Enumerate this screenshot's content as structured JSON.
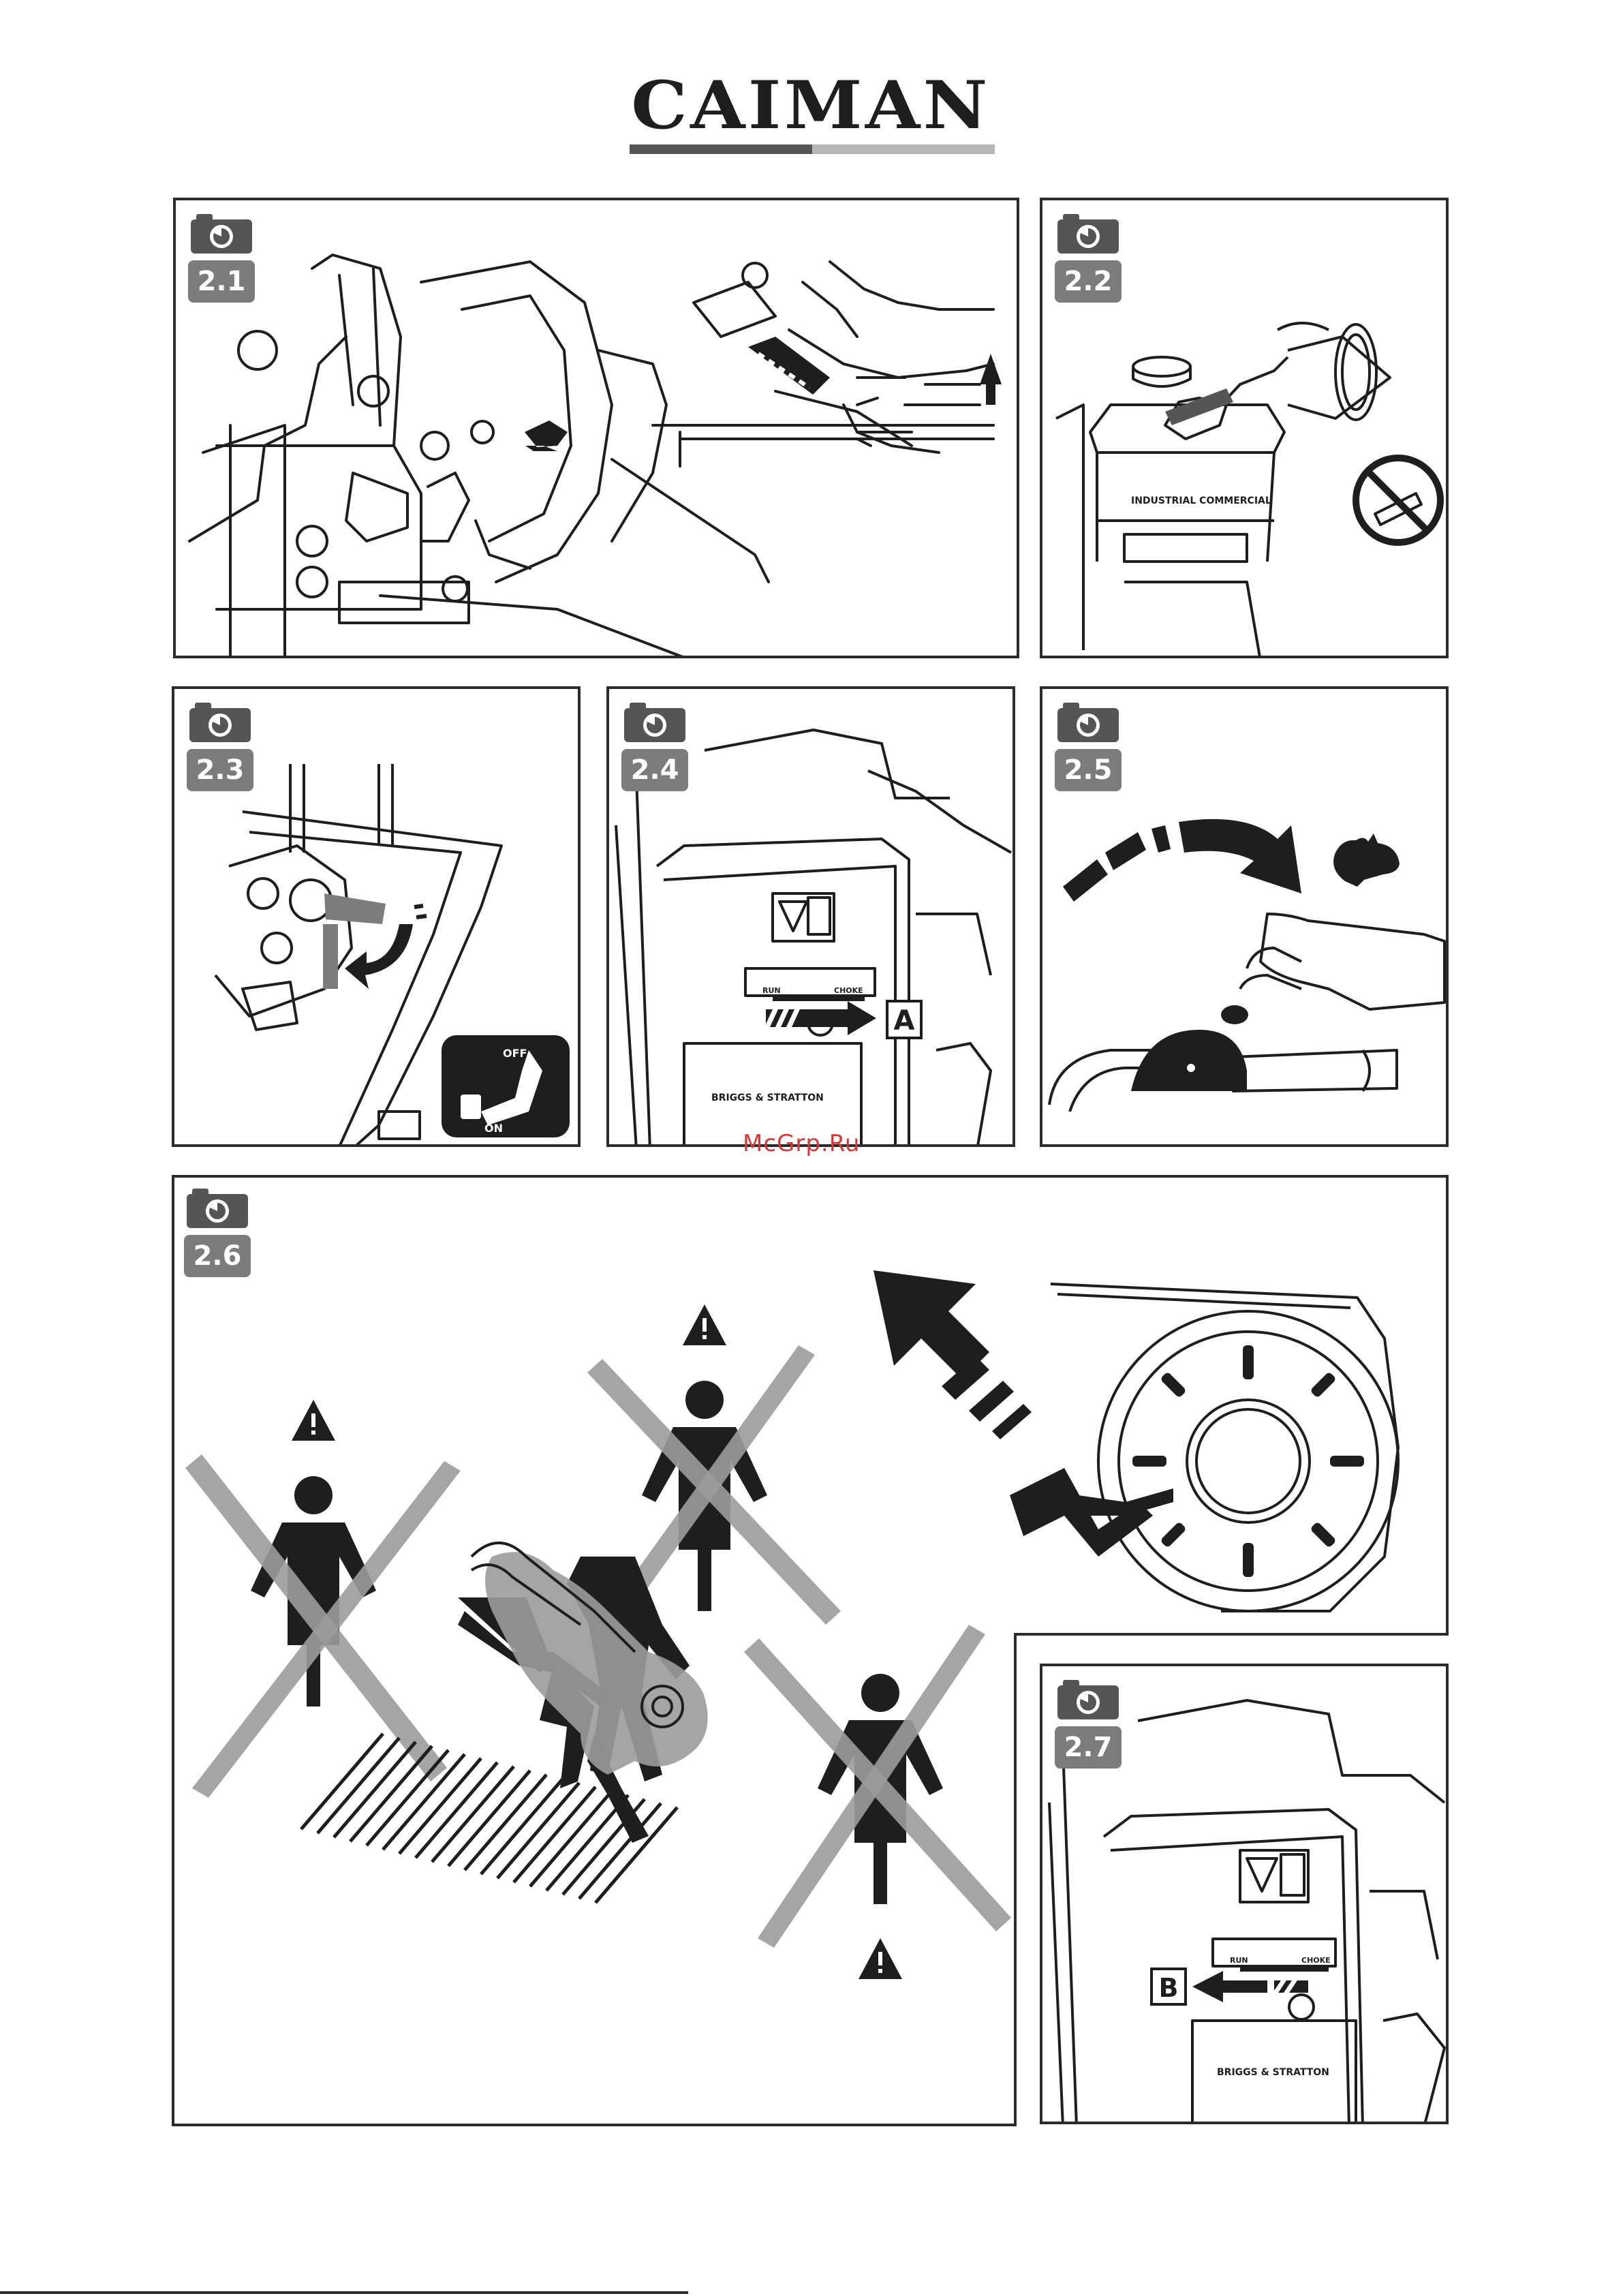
{
  "brand": {
    "logo_text": "CAIMAN",
    "colors": {
      "text": "#1e1e1e",
      "bar_dark": "#555555",
      "bar_light": "#b5b5b5"
    }
  },
  "panels": [
    {
      "id": "2.1",
      "label": "2.1",
      "icon": "camera-icon"
    },
    {
      "id": "2.2",
      "label": "2.2",
      "icon": "camera-icon"
    },
    {
      "id": "2.3",
      "label": "2.3",
      "icon": "camera-icon",
      "switch_off": "OFF",
      "switch_on": "ON"
    },
    {
      "id": "2.4",
      "label": "2.4",
      "icon": "camera-icon",
      "marker": "A",
      "plate_text": "BRIGGS & STRATTON",
      "lever_run": "RUN",
      "lever_choke": "CHOKE"
    },
    {
      "id": "2.5",
      "label": "2.5",
      "icon": "camera-icon"
    },
    {
      "id": "2.6",
      "label": "2.6",
      "icon": "camera-icon"
    },
    {
      "id": "2.7",
      "label": "2.7",
      "icon": "camera-icon",
      "marker": "B",
      "plate_text": "BRIGGS & STRATTON",
      "lever_run": "RUN",
      "lever_choke": "CHOKE"
    }
  ],
  "panel_2_2": {
    "tank_label": "INDUSTRIAL COMMERCIAL"
  },
  "watermark": "McGrp.Ru"
}
